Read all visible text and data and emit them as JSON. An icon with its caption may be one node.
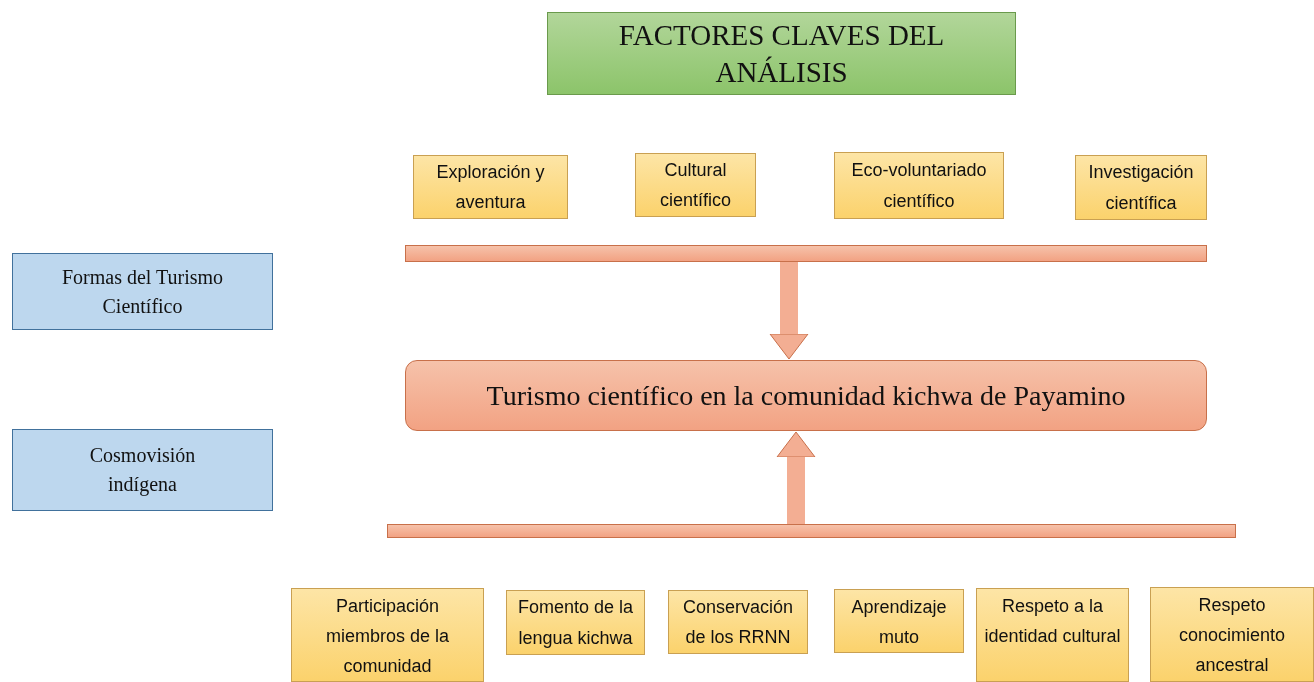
{
  "diagram": {
    "nodes": [
      {
        "text": [
          "FACTORES CLAVES DEL ANÁLISIS"
        ]
      },
      {
        "text": [
          "Exploración y aventura"
        ]
      },
      {
        "text": [
          "Cultural científico"
        ]
      },
      {
        "text": [
          "Eco-voluntariado científico"
        ]
      },
      {
        "text": [
          "Investigación científica"
        ]
      },
      {
        "text": [],
        "shape": "bar"
      },
      {
        "text": [
          "Formas del Turismo Científico"
        ]
      },
      {
        "text": [
          "Turismo científico en la comunidad kichwa de Payamino"
        ]
      },
      {
        "text": [
          "Cosmovisión indígena"
        ]
      },
      {
        "text": [],
        "shape": "bar"
      },
      {
        "text": [
          "Participación miembros de la comunidad"
        ]
      },
      {
        "text": [
          "Fomento de la lengua kichwa"
        ]
      },
      {
        "text": [
          "Conservación de los RRNN"
        ]
      },
      {
        "text": [
          "Aprendizaje muto"
        ]
      },
      {
        "text": [
          "Respeto a la identidad cultural"
        ]
      },
      {
        "text": [
          "Respeto conocimiento ancestral"
        ]
      }
    ],
    "edges": [
      {
        "from": 5,
        "to": 7,
        "arrow": "to"
      },
      {
        "from": 9,
        "to": 7,
        "arrow": "to"
      }
    ]
  }
}
